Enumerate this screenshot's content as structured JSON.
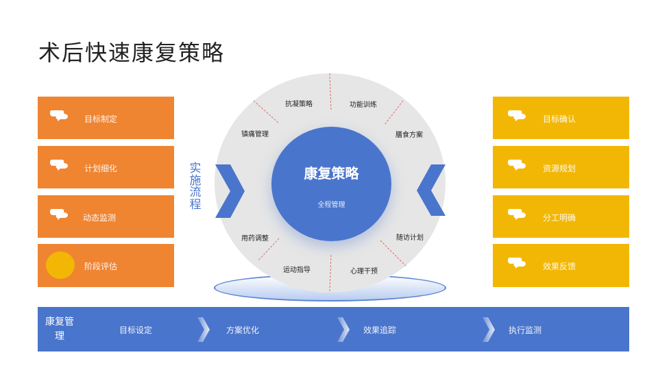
{
  "title": "术后快速康复策略",
  "left_items": [
    {
      "label": "目标制定",
      "icon": "speech-bubble-icon"
    },
    {
      "label": "计划细化",
      "icon": "speech-bubble-icon"
    },
    {
      "label": "动态监测",
      "icon": "speech-bubble-icon"
    },
    {
      "label": "阶段评估",
      "icon": "circle-icon"
    }
  ],
  "right_items": [
    {
      "label": "目标确认"
    },
    {
      "label": "资源规划"
    },
    {
      "label": "分工明确"
    },
    {
      "label": "效果反馈"
    }
  ],
  "vertical_label": "实施流程",
  "center": {
    "title": "康复策略",
    "subtitle": "全程管理"
  },
  "segments": [
    "抗凝策略",
    "功能训练",
    "膳食方案",
    "随访计划",
    "心理干预",
    "运动指导",
    "用药调整",
    "镇痛管理"
  ],
  "bottom": {
    "head": "康复管理",
    "steps": [
      "目标设定",
      "方案优化",
      "效果追踪",
      "执行监测"
    ]
  },
  "colors": {
    "orange": "#ef8431",
    "yellow": "#f2b705",
    "blue": "#4a75cc"
  }
}
